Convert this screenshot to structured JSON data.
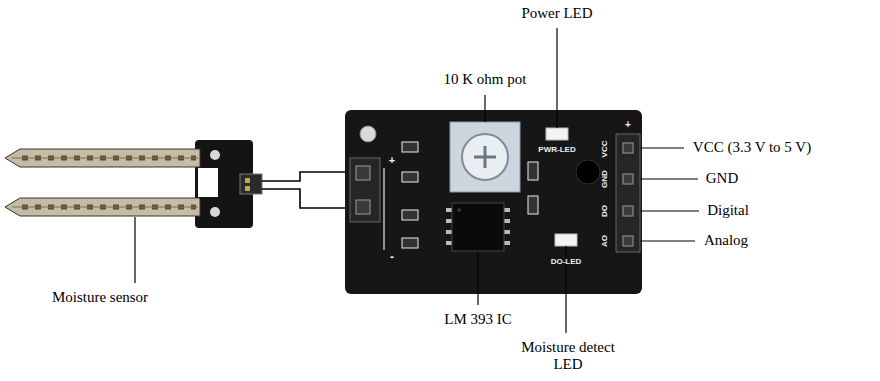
{
  "diagram": {
    "labels": [
      "Power LED",
      "10 K ohm pot",
      "PWR-LED",
      "VCC (3.3 V to 5 V)",
      "VCC",
      "+",
      "+",
      "GND",
      "GND",
      "DO",
      "Digital",
      "AO",
      "Analog",
      "-",
      "DO-LED",
      "Moisture sensor",
      "LM 393 IC",
      "Moisture detect LED"
    ]
  }
}
